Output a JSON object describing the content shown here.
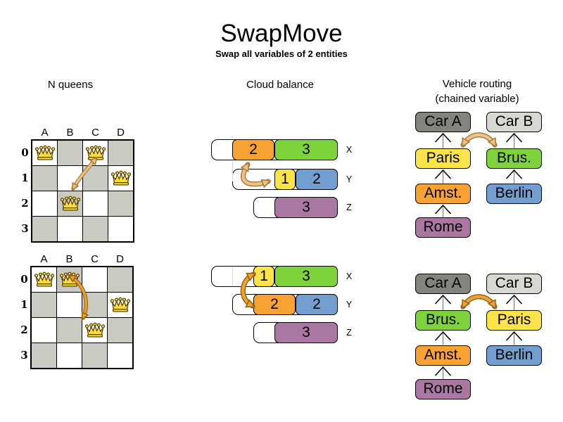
{
  "title": "SwapMove",
  "subtitle": "Swap all variables of 2 entities",
  "palette": {
    "orange": "#f9a234",
    "green": "#7ed23c",
    "yellow": "#fbe44a",
    "blue": "#729fcf",
    "purple": "#aa76a2",
    "dark_gray": "#82847e",
    "light_gray": "#d6d9d2",
    "board_gray": "#c9cac2",
    "crown_gold": "#fbdc3c",
    "arrow_light_fill": "#ecc28d",
    "arrow_light_stroke": "#aa7c34",
    "arrow_dark_fill": "#eaa33b",
    "arrow_dark_stroke": "#9a6410"
  },
  "sections": {
    "nqueens": {
      "label": "N queens",
      "columns": [
        "A",
        "B",
        "C",
        "D"
      ],
      "rows": [
        "0",
        "1",
        "2",
        "3"
      ],
      "boards": [
        {
          "queens": [
            "A0",
            "C0",
            "D1",
            "B2"
          ],
          "swap": {
            "from": "C0",
            "to": "B2"
          }
        },
        {
          "queens": [
            "A0",
            "B0",
            "D1",
            "C2"
          ],
          "swap": {
            "from": "B0",
            "to": "C2"
          }
        }
      ]
    },
    "cloud": {
      "label": "Cloud balance",
      "diagrams": [
        {
          "computers": [
            {
              "label": "X",
              "capacity": 6,
              "processes": [
                {
                  "value": 2,
                  "color": "orange"
                },
                {
                  "value": 3,
                  "color": "green"
                }
              ]
            },
            {
              "label": "Y",
              "capacity": 5,
              "processes": [
                {
                  "value": 1,
                  "color": "yellow"
                },
                {
                  "value": 2,
                  "color": "blue"
                }
              ]
            },
            {
              "label": "Z",
              "capacity": 4,
              "processes": [
                {
                  "value": 3,
                  "color": "purple"
                }
              ]
            }
          ],
          "swap": {
            "between": [
              "X: 2",
              "Y: 1"
            ]
          }
        },
        {
          "computers": [
            {
              "label": "X",
              "capacity": 6,
              "processes": [
                {
                  "value": 1,
                  "color": "yellow"
                },
                {
                  "value": 3,
                  "color": "green"
                }
              ]
            },
            {
              "label": "Y",
              "capacity": 5,
              "processes": [
                {
                  "value": 2,
                  "color": "orange"
                },
                {
                  "value": 2,
                  "color": "blue"
                }
              ]
            },
            {
              "label": "Z",
              "capacity": 4,
              "processes": [
                {
                  "value": 3,
                  "color": "purple"
                }
              ]
            }
          ],
          "swap": {
            "between": [
              "X: 1",
              "Y: 2"
            ]
          }
        }
      ]
    },
    "routing": {
      "label": "Vehicle routing",
      "sublabel": "(chained variable)",
      "diagrams": [
        {
          "chains": [
            {
              "boxes": [
                {
                  "text": "Car A",
                  "color": "dark_gray"
                },
                {
                  "text": "Paris",
                  "color": "yellow"
                },
                {
                  "text": "Amst.",
                  "color": "orange"
                },
                {
                  "text": "Rome",
                  "color": "purple"
                }
              ]
            },
            {
              "boxes": [
                {
                  "text": "Car B",
                  "color": "light_gray"
                },
                {
                  "text": "Brus.",
                  "color": "green"
                },
                {
                  "text": "Berlin",
                  "color": "blue"
                }
              ]
            }
          ],
          "swap": {
            "between": [
              "Paris",
              "Brus."
            ]
          }
        },
        {
          "chains": [
            {
              "boxes": [
                {
                  "text": "Car A",
                  "color": "dark_gray"
                },
                {
                  "text": "Brus.",
                  "color": "green"
                },
                {
                  "text": "Amst.",
                  "color": "orange"
                },
                {
                  "text": "Rome",
                  "color": "purple"
                }
              ]
            },
            {
              "boxes": [
                {
                  "text": "Car B",
                  "color": "light_gray"
                },
                {
                  "text": "Paris",
                  "color": "yellow"
                },
                {
                  "text": "Berlin",
                  "color": "blue"
                }
              ]
            }
          ],
          "swap": {
            "between": [
              "Brus.",
              "Paris"
            ]
          }
        }
      ]
    }
  }
}
